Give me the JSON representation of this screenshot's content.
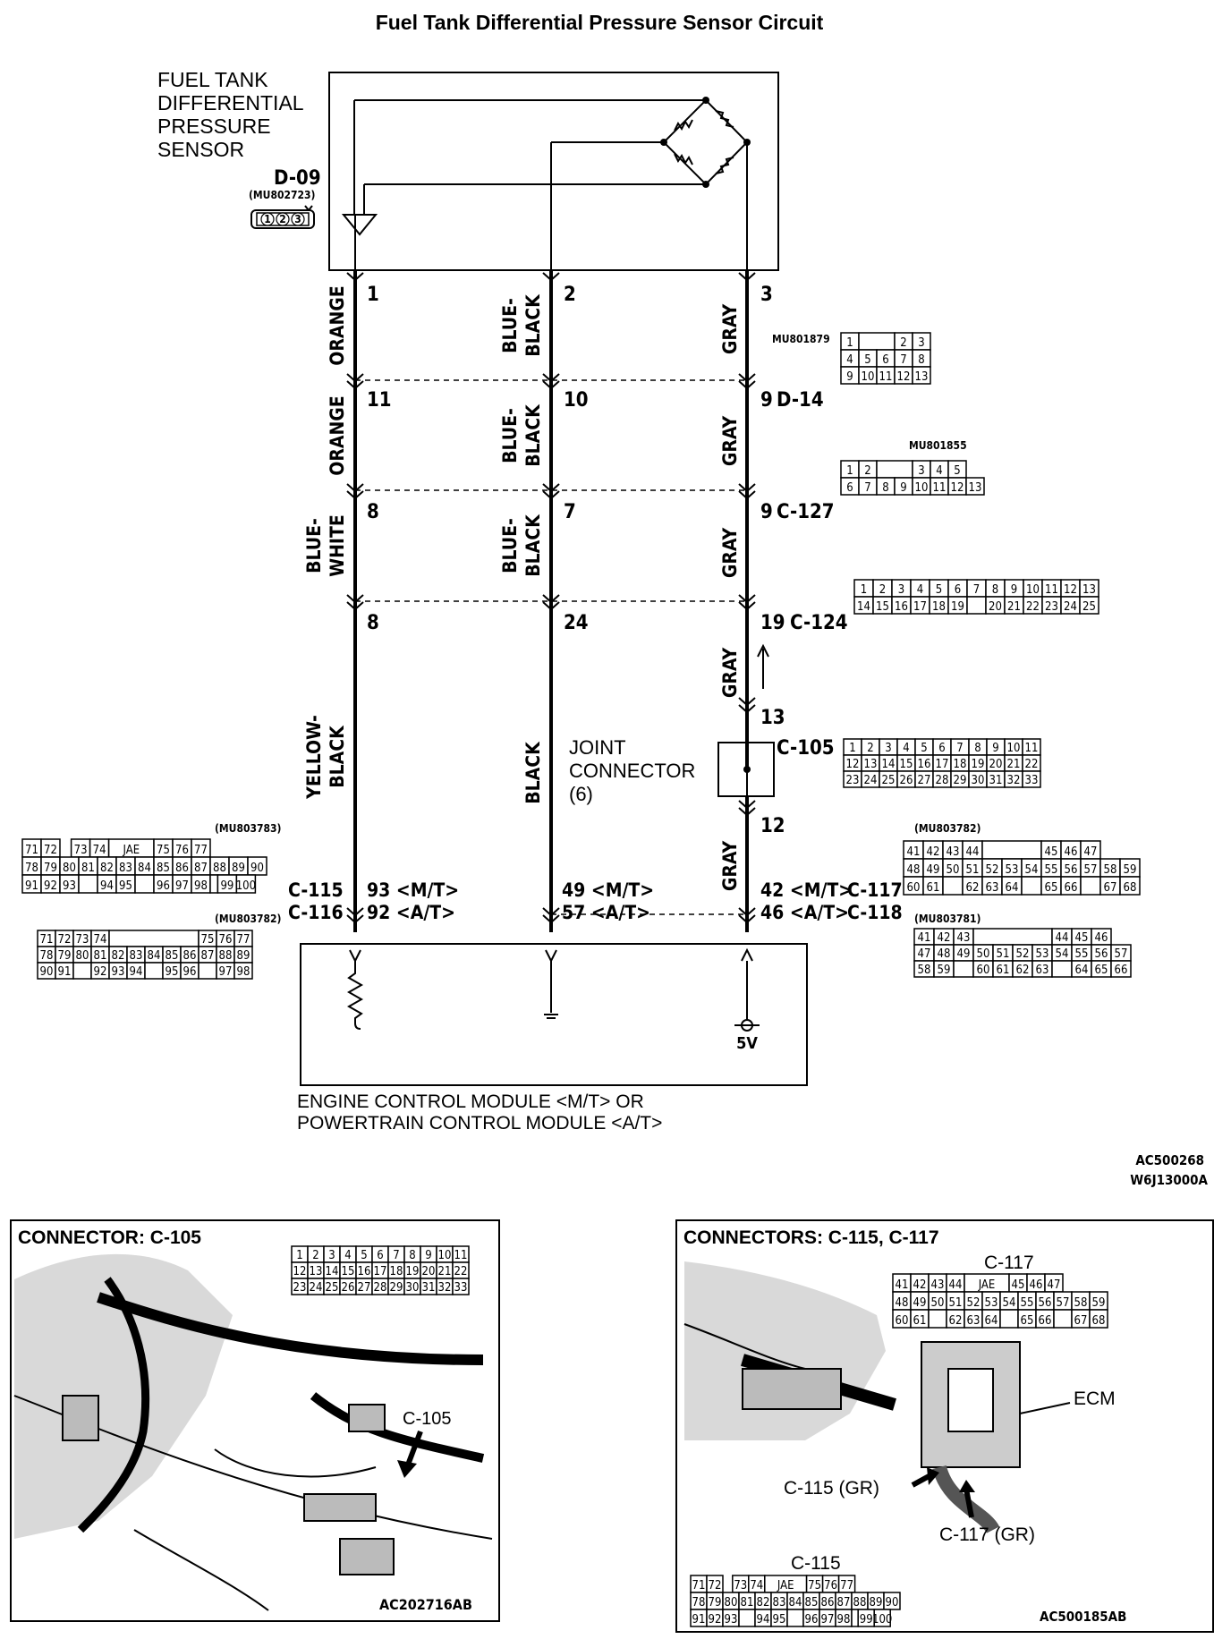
{
  "title": "Fuel Tank Differential Pressure Sensor Circuit",
  "sensor": {
    "label_lines": [
      "FUEL TANK",
      "DIFFERENTIAL",
      "PRESSURE",
      "SENSOR"
    ],
    "connector_id": "D-09",
    "part_number": "(MU802723)",
    "pins": [
      "1",
      "2",
      "3"
    ]
  },
  "wires": [
    {
      "segments": [
        {
          "color_lines": [
            "ORANGE"
          ],
          "pin_top": "1"
        },
        {
          "color_lines": [
            "ORANGE"
          ],
          "pin_top": "11"
        },
        {
          "color_lines": [
            "BLUE-",
            "WHITE"
          ],
          "pin_top": "8"
        },
        {
          "color_lines": [
            "YELLOW-",
            "BLACK"
          ],
          "pin_top": "8"
        }
      ],
      "ecm_pins": [
        "93 <M/T>",
        "92 <A/T>"
      ]
    },
    {
      "segments": [
        {
          "color_lines": [
            "BLUE-",
            "BLACK"
          ],
          "pin_top": "2"
        },
        {
          "color_lines": [
            "BLUE-",
            "BLACK"
          ],
          "pin_top": "10"
        },
        {
          "color_lines": [
            "BLUE-",
            "BLACK"
          ],
          "pin_top": "7"
        },
        {
          "color_lines": [
            "BLACK"
          ],
          "pin_top": "24"
        }
      ],
      "ecm_pins": [
        "49 <M/T>",
        "57 <A/T>"
      ]
    },
    {
      "segments": [
        {
          "color_lines": [
            "GRAY"
          ],
          "pin_top": "3"
        },
        {
          "color_lines": [
            "GRAY"
          ],
          "pin_top": "9"
        },
        {
          "color_lines": [
            "GRAY"
          ],
          "pin_top": "9"
        },
        {
          "color_lines": [
            "GRAY"
          ],
          "pin_top": "19"
        }
      ],
      "joint_pins": [
        "13",
        "12"
      ],
      "below_joint_color": "GRAY",
      "ecm_pins": [
        "42 <M/T>",
        "46 <A/T>"
      ]
    }
  ],
  "connectors": [
    {
      "id": "D-14",
      "part_number": "MU801879"
    },
    {
      "id": "C-127",
      "part_number": "MU801855"
    },
    {
      "id": "C-124",
      "part_number": ""
    },
    {
      "id": "C-105",
      "part_number": ""
    }
  ],
  "joint_connector": {
    "label_lines": [
      "JOINT",
      "CONNECTOR",
      "(6)"
    ]
  },
  "ecm_connectors": {
    "left": [
      {
        "id": "C-115",
        "part_number": "(MU803783)"
      },
      {
        "id": "C-116",
        "part_number": "(MU803782)"
      }
    ],
    "right": [
      {
        "id": "C-117",
        "part_number": "(MU803782)"
      },
      {
        "id": "C-118",
        "part_number": "(MU803781)"
      }
    ],
    "jae_label": "JAE"
  },
  "ecm": {
    "voltage": "5V",
    "label_lines": [
      "ENGINE CONTROL MODULE <M/T> OR",
      "POWERTRAIN CONTROL MODULE <A/T>"
    ]
  },
  "figure_codes": [
    "AC500268",
    "W6J13000A"
  ],
  "panel_left": {
    "title": "CONNECTOR: C-105",
    "callout": "C-105",
    "figure_code": "AC202716AB"
  },
  "panel_right": {
    "title": "CONNECTORS: C-115, C-117",
    "grid_c117_title": "C-117",
    "grid_c115_title": "C-115",
    "ecm_label": "ECM",
    "callout_c115": "C-115 (GR)",
    "callout_c117": "C-117 (GR)",
    "figure_code": "AC500185AB"
  },
  "colors": {
    "line": "#000000",
    "background": "#ffffff",
    "photo_fill": "#d9d9d9"
  }
}
